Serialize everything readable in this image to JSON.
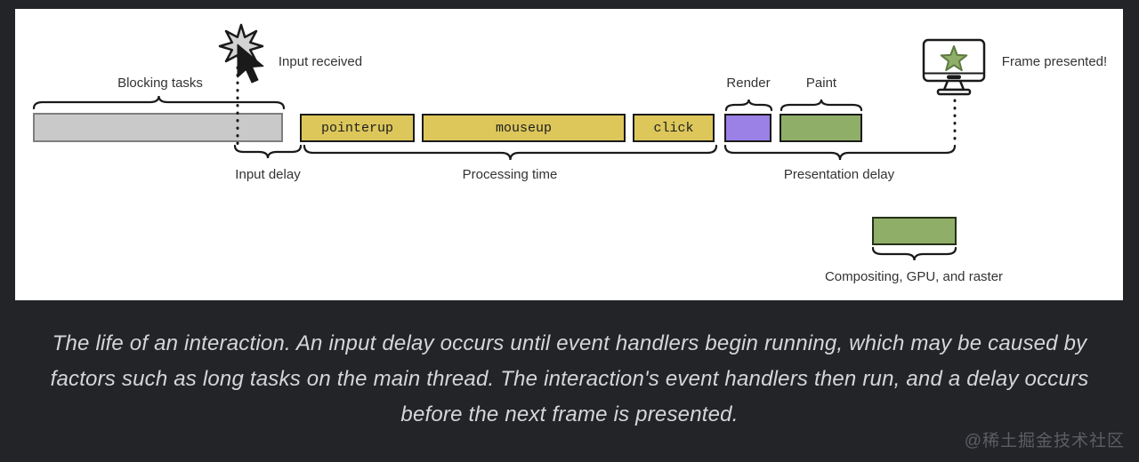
{
  "figure": {
    "labels": {
      "blocking_tasks": "Blocking tasks",
      "input_received": "Input received",
      "input_delay": "Input delay",
      "processing_time": "Processing time",
      "render": "Render",
      "paint": "Paint",
      "presentation_delay": "Presentation delay",
      "frame_presented": "Frame presented!",
      "compositing": "Compositing, GPU, and raster"
    },
    "events": [
      {
        "label": "pointerup"
      },
      {
        "label": "mouseup"
      },
      {
        "label": "click"
      }
    ],
    "icons": {
      "input": "starburst-icon",
      "pointer": "cursor-icon",
      "output": "monitor-icon",
      "frame": "star-icon"
    },
    "colors": {
      "page_background": "#222428",
      "panel_background": "#ffffff",
      "blocking_bar": "#c9c9c9",
      "event_box": "#ddc75b",
      "render_box": "#9b80e6",
      "paint_box": "#8fae68",
      "outline": "#1a1a1a",
      "label_text": "#333333",
      "caption_text": "#d6d6d9",
      "watermark_text": "#5c5e64"
    }
  },
  "caption": {
    "lines": [
      "The life of an interaction. An input delay occurs until event handlers begin running, which may be caused by",
      "factors such as long tasks on the main thread. The interaction's event handlers then run, and a delay occurs",
      "before the next frame is presented."
    ]
  },
  "watermark": "@稀土掘金技术社区"
}
